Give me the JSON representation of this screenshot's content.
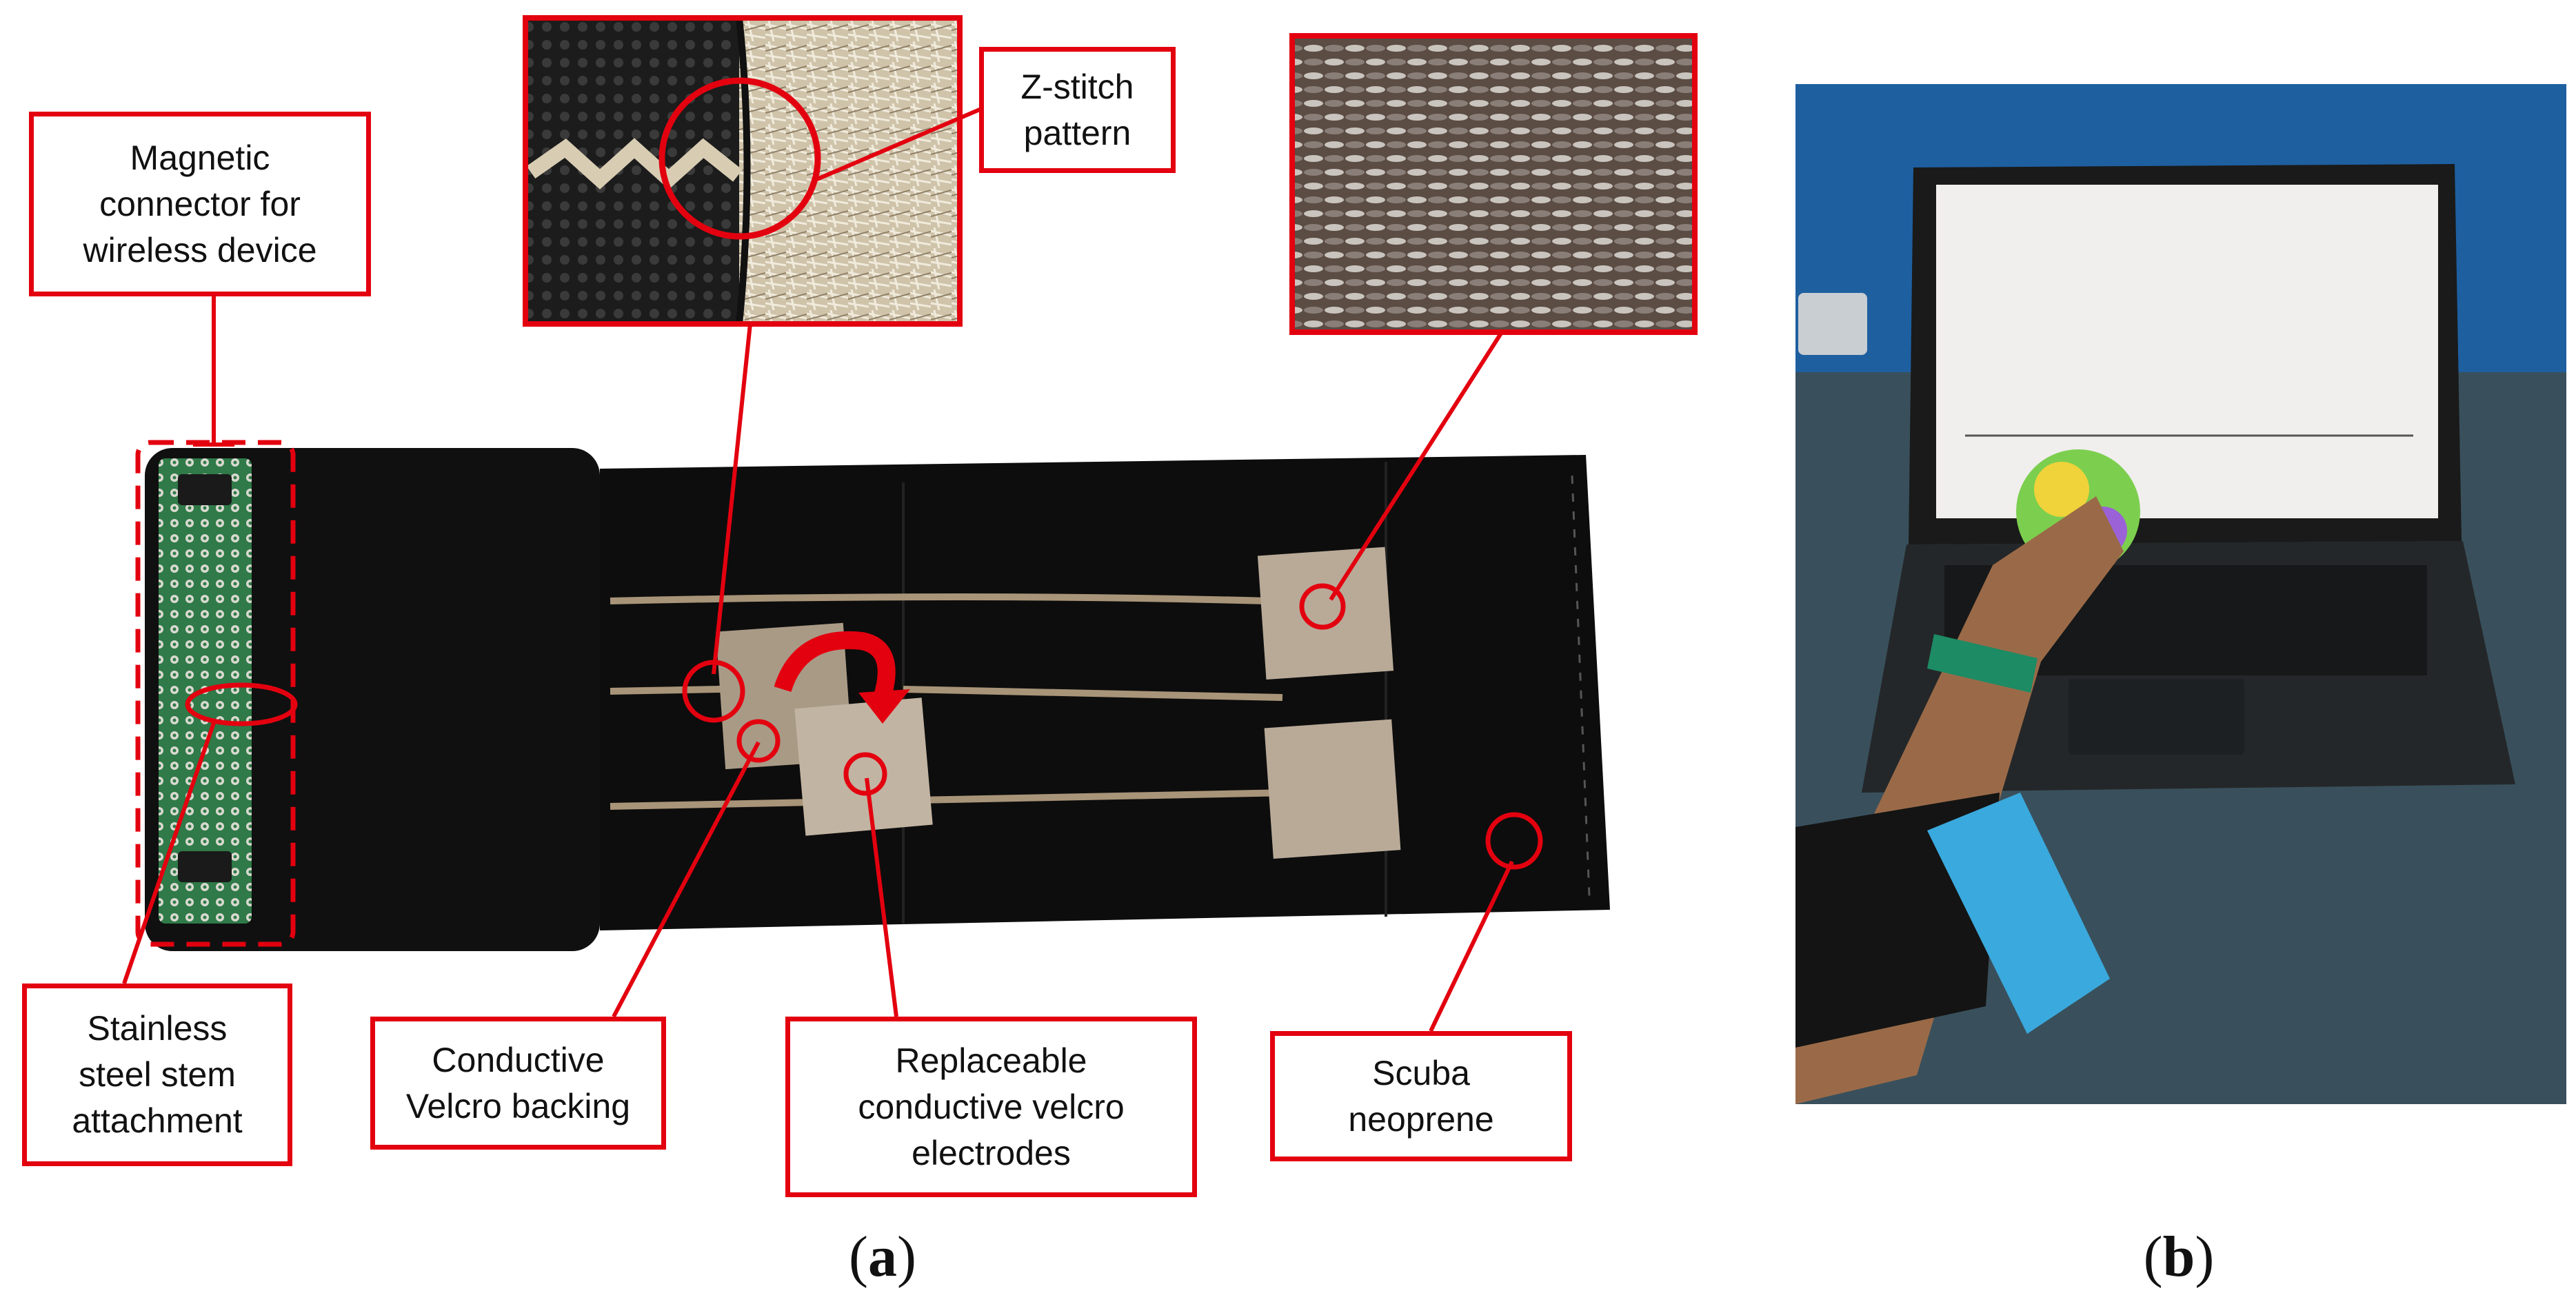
{
  "colors": {
    "callout_red": "#e3000f",
    "neoprene_black": "#101010",
    "velcro_tan": "#b9aa98",
    "pcb_green": "#2f7a48",
    "sleeve_blue": "#3aa9dd",
    "wall_blue": "#1e5fa0",
    "desk_gray": "#39505c"
  },
  "icons": [
    "rotate-arrow-icon"
  ],
  "callouts": {
    "magnetic_connector": "Magnetic\nconnector for\nwireless device",
    "z_stitch": "Z-stitch\npattern",
    "stainless_stem": "Stainless\nsteel stem\nattachment",
    "velcro_backing": "Conductive\nVelcro backing",
    "replaceable_electrodes": "Replaceable\nconductive velcro\nelectrodes",
    "scuba_neoprene": "Scuba\nneoprene"
  },
  "panels": {
    "a": "a",
    "b": "b"
  }
}
